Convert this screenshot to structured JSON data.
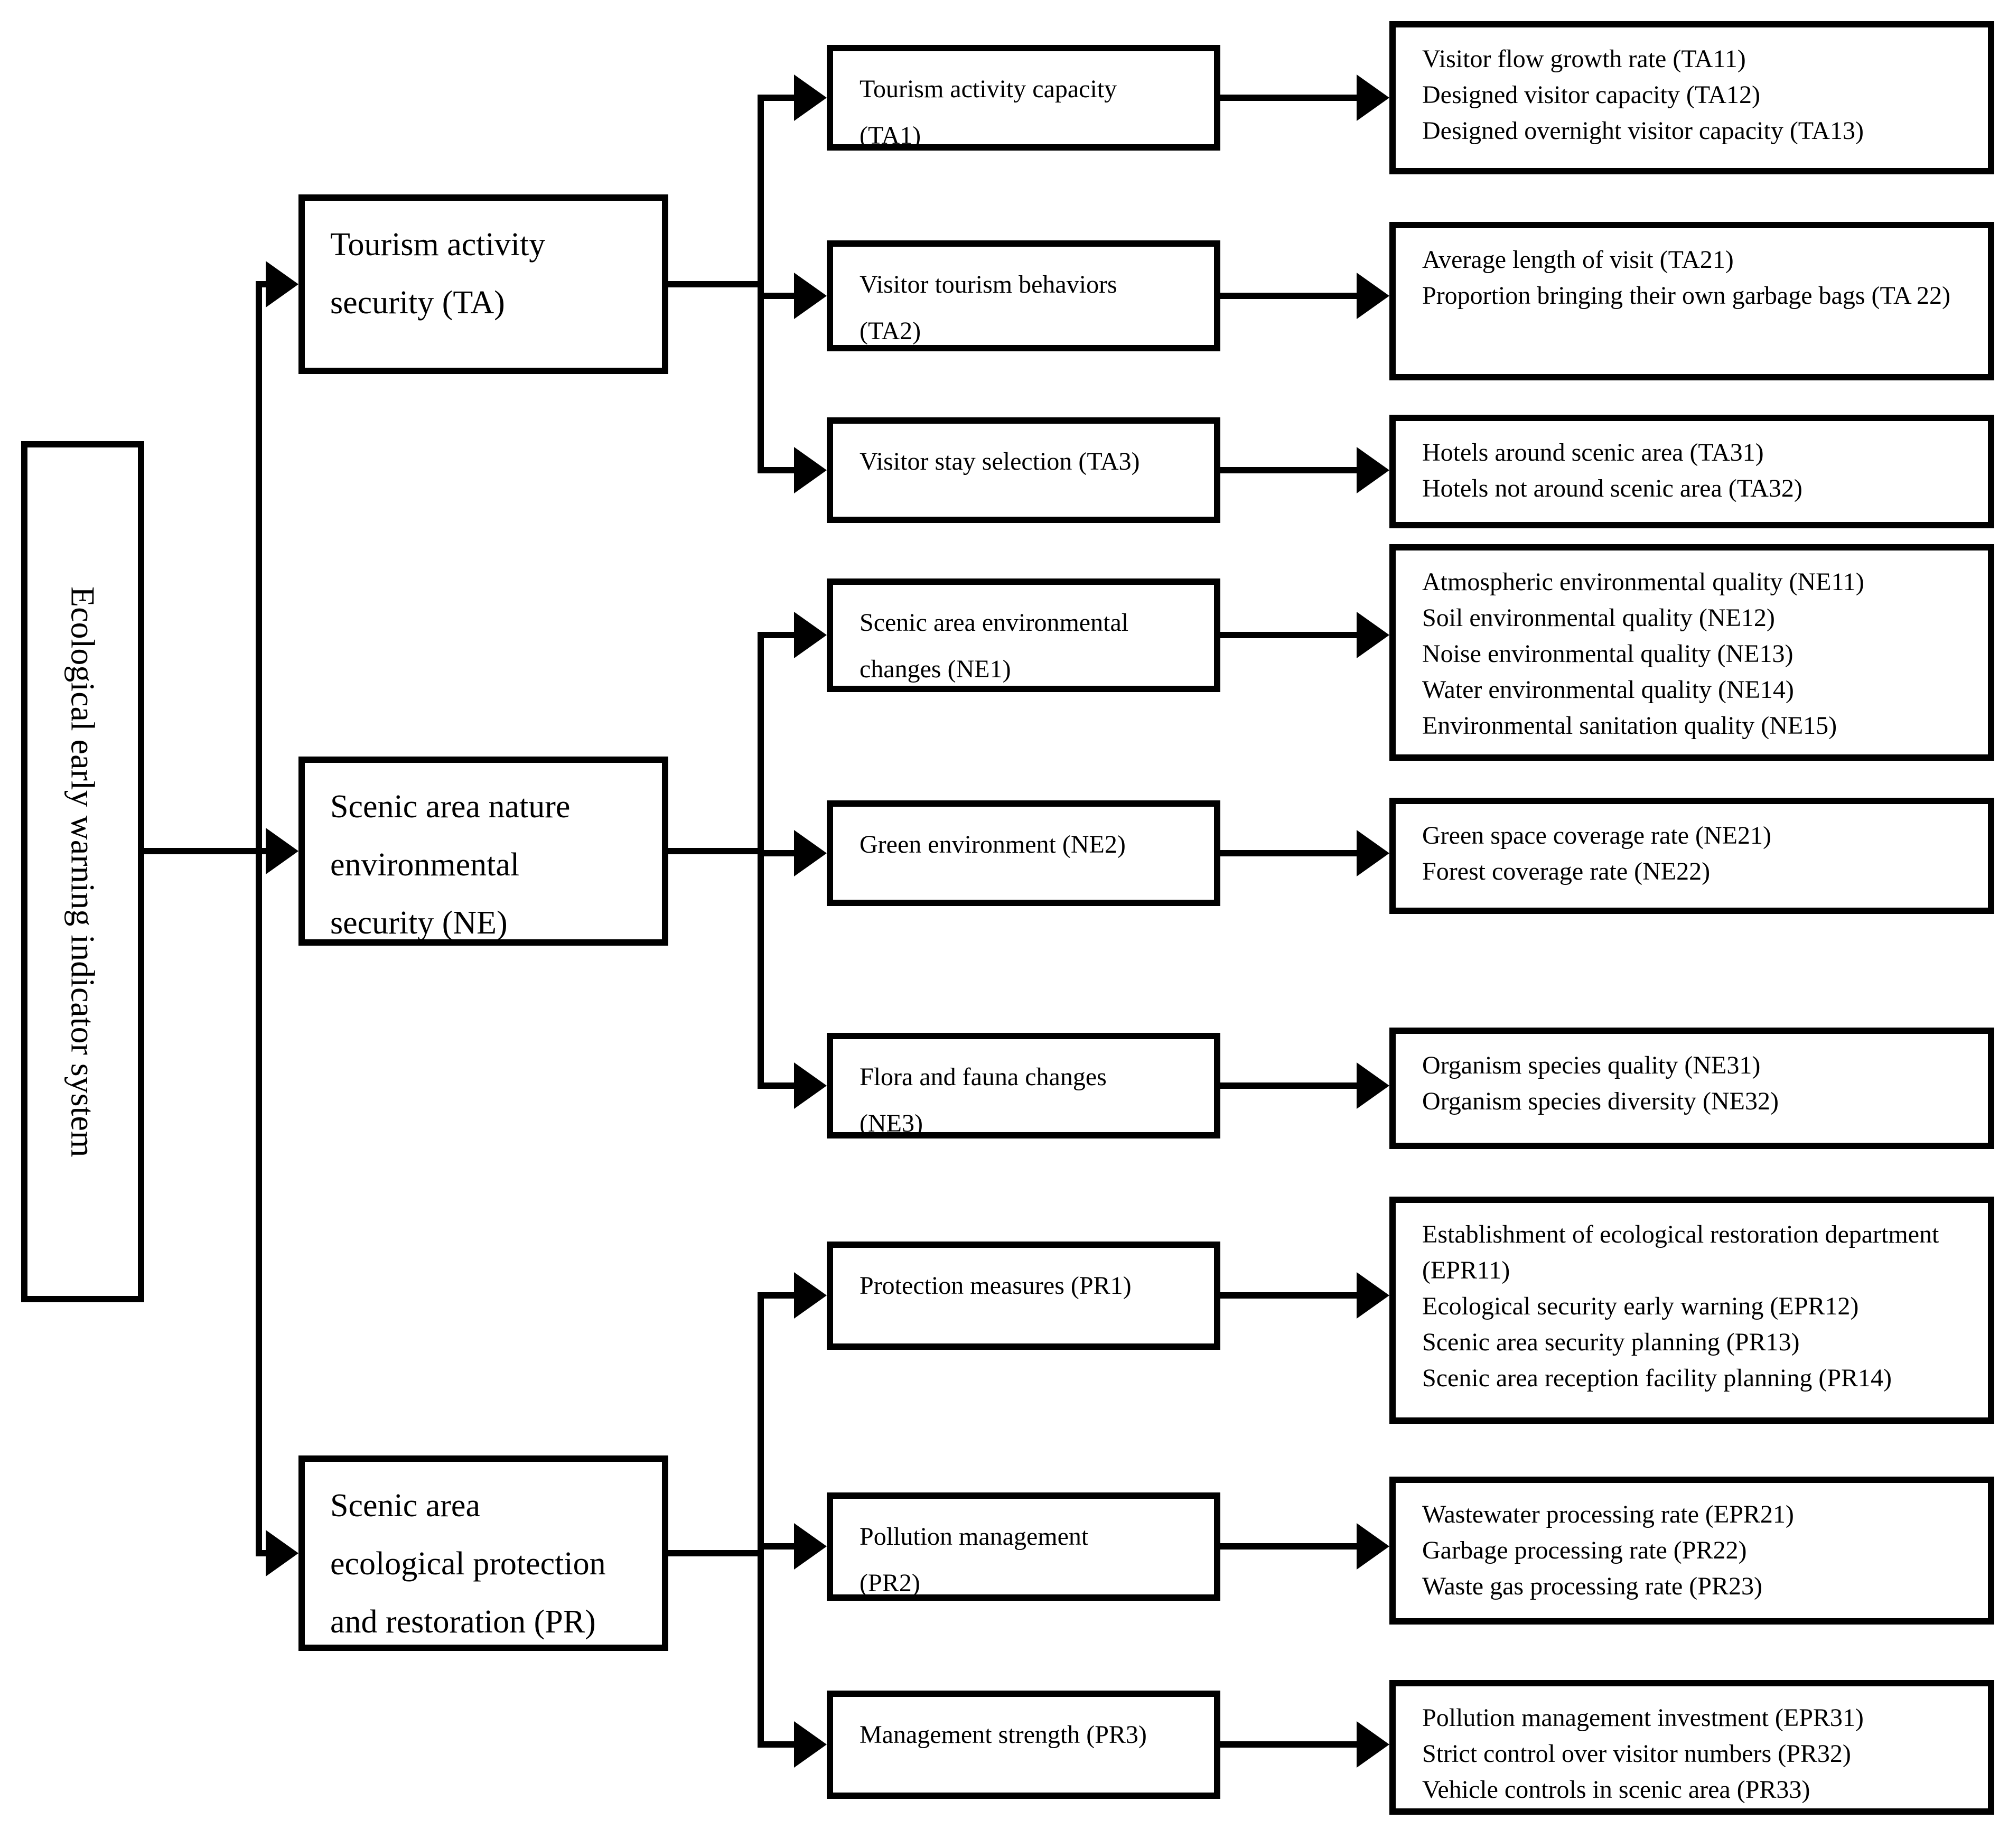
{
  "figure": {
    "background": "#ffffff",
    "line_color": "#000000",
    "root": {
      "label": "Ecological early warning indicator system"
    },
    "groups": [
      {
        "parent": {
          "label": "Tourism activity security (TA)",
          "lines": [
            "Tourism activity",
            "security (TA)"
          ]
        },
        "children": [
          {
            "label": "Tourism activity capacity (TA1)",
            "lines": [
              "Tourism activity capacity",
              "(TA1)"
            ],
            "indicators": [
              "Visitor flow growth rate (TA11)",
              "Designed visitor capacity (TA12)",
              "Designed overnight visitor capacity (TA13)"
            ]
          },
          {
            "label": "Visitor tourism behaviors (TA2)",
            "lines": [
              "Visitor tourism behaviors",
              "(TA2)"
            ],
            "indicators": [
              "Average length of visit (TA21)",
              "Proportion bringing their own garbage bags (TA 22)"
            ]
          },
          {
            "label": "Visitor stay selection (TA3)",
            "lines": [
              "Visitor stay selection (TA3)"
            ],
            "indicators": [
              "Hotels around scenic area (TA31)",
              "Hotels not around scenic area (TA32)"
            ]
          }
        ]
      },
      {
        "parent": {
          "label": "Scenic area nature environmental security (NE)",
          "lines": [
            "Scenic area nature",
            "environmental",
            "security (NE)"
          ]
        },
        "children": [
          {
            "label": "Scenic area environmental changes (NE1)",
            "lines": [
              "Scenic area environmental",
              "changes (NE1)"
            ],
            "indicators": [
              "Atmospheric environmental quality (NE11)",
              "Soil environmental quality (NE12)",
              "Noise environmental quality (NE13)",
              "Water environmental quality (NE14)",
              "Environmental sanitation quality (NE15)"
            ]
          },
          {
            "label": "Green environment (NE2)",
            "lines": [
              "Green environment (NE2)"
            ],
            "indicators": [
              "Green space coverage rate (NE21)",
              "Forest coverage rate (NE22)"
            ]
          },
          {
            "label": "Flora and fauna changes (NE3)",
            "lines": [
              "Flora and fauna changes",
              "(NE3)"
            ],
            "indicators": [
              "Organism species quality (NE31)",
              "Organism species diversity (NE32)"
            ]
          }
        ]
      },
      {
        "parent": {
          "label": "Scenic area ecological protection and restoration (PR)",
          "lines": [
            "Scenic area",
            "ecological protection",
            "and restoration (PR)"
          ]
        },
        "children": [
          {
            "label": "Protection measures (PR1)",
            "lines": [
              "Protection measures (PR1)"
            ],
            "indicators": [
              "Establishment of ecological restoration department (EPR11)",
              "Ecological security early warning (EPR12)",
              "Scenic area security planning (PR13)",
              "Scenic area reception facility planning (PR14)"
            ]
          },
          {
            "label": "Pollution management (PR2)",
            "lines": [
              "Pollution management",
              "(PR2)"
            ],
            "indicators": [
              "Wastewater processing rate (EPR21)",
              "Garbage processing rate (PR22)",
              "Waste gas processing rate (PR23)"
            ]
          },
          {
            "label": "Management strength (PR3)",
            "lines": [
              "Management strength (PR3)"
            ],
            "indicators": [
              "Pollution management investment (EPR31)",
              "Strict control over visitor numbers (PR32)",
              "Vehicle controls in scenic area (PR33)"
            ]
          }
        ]
      }
    ]
  }
}
